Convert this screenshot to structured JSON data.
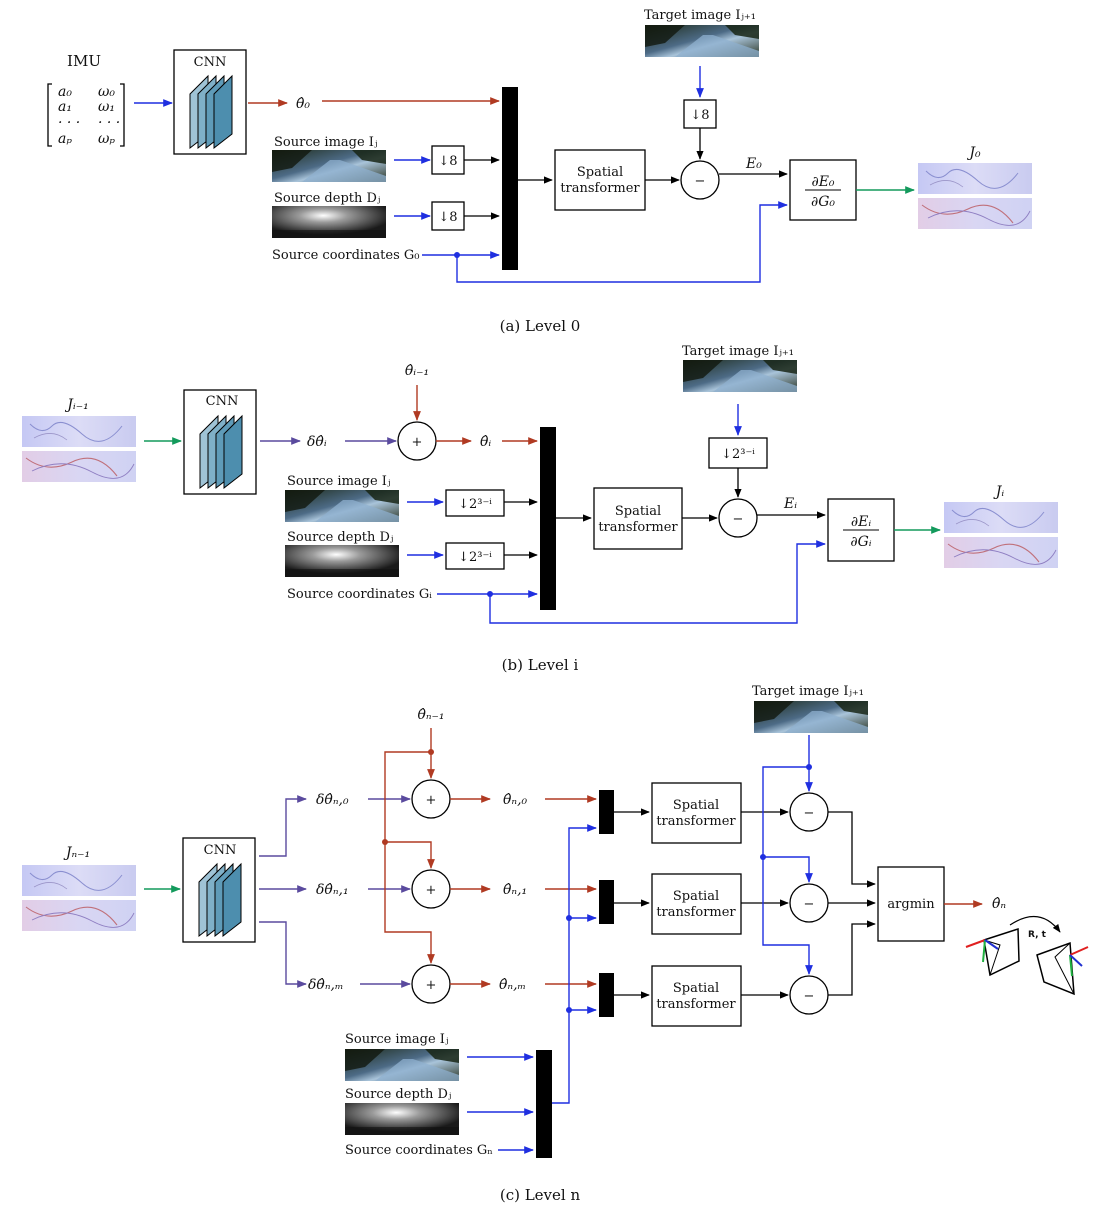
{
  "colors": {
    "red": "#b03a22",
    "blue": "#1f2fe0",
    "purple": "#5a4a9e",
    "green": "#139a5c",
    "black": "#000000"
  },
  "icons": {
    "cnn": "cnn-layers-icon",
    "photo": "road-photo-icon",
    "depth": "depth-map-icon",
    "jacobian": "jacobian-map-icon",
    "pose": "camera-pose-icon"
  },
  "level0": {
    "caption": "(a) Level 0",
    "imu_label": "IMU",
    "imu_matrix": [
      [
        "a₀",
        "ω₀"
      ],
      [
        "a₁",
        "ω₁"
      ],
      [
        "· · ·",
        "· · ·"
      ],
      [
        "aₚ",
        "ωₚ"
      ]
    ],
    "cnn": "CNN",
    "theta": "θ̂₀",
    "target": "Target image Iⱼ₊₁",
    "down": "↓8",
    "source_image": "Source image Iⱼ",
    "source_depth": "Source depth Dⱼ",
    "source_coords": "Source coordinates G₀",
    "spatial1": "Spatial",
    "spatial2": "transformer",
    "minus": "−",
    "error": "E₀",
    "grad_num": "∂E₀",
    "grad_den": "∂G₀",
    "jacobian": "J₀"
  },
  "leveli": {
    "caption": "(b) Level i",
    "input": "Jᵢ₋₁",
    "cnn": "CNN",
    "delta": "δθ̂ᵢ",
    "prev": "θ̂ᵢ₋₁",
    "plus": "+",
    "theta": "θ̂ᵢ",
    "target": "Target image Iⱼ₊₁",
    "down": "↓2³⁻ⁱ",
    "source_image": "Source image Iⱼ",
    "source_depth": "Source depth Dⱼ",
    "source_coords": "Source coordinates Gᵢ",
    "spatial1": "Spatial",
    "spatial2": "transformer",
    "minus": "−",
    "error": "Eᵢ",
    "grad_num": "∂Eᵢ",
    "grad_den": "∂Gᵢ",
    "jacobian": "Jᵢ"
  },
  "leveln": {
    "caption": "(c) Level n",
    "input": "Jₙ₋₁",
    "cnn": "CNN",
    "prev": "θ̂ₙ₋₁",
    "deltas": [
      "δθ̂ₙ,₀",
      "δθ̂ₙ,₁",
      "δθ̂ₙ,ₘ"
    ],
    "thetas": [
      "θ̂ₙ,₀",
      "θ̂ₙ,₁",
      "θ̂ₙ,ₘ"
    ],
    "plus": "+",
    "target": "Target image Iⱼ₊₁",
    "spatial1": "Spatial",
    "spatial2": "transformer",
    "minus": "−",
    "argmin": "argmin",
    "out": "θ̂ₙ",
    "rt": "R, t",
    "source_image": "Source image Iⱼ",
    "source_depth": "Source depth Dⱼ",
    "source_coords": "Source coordinates Gₙ"
  }
}
